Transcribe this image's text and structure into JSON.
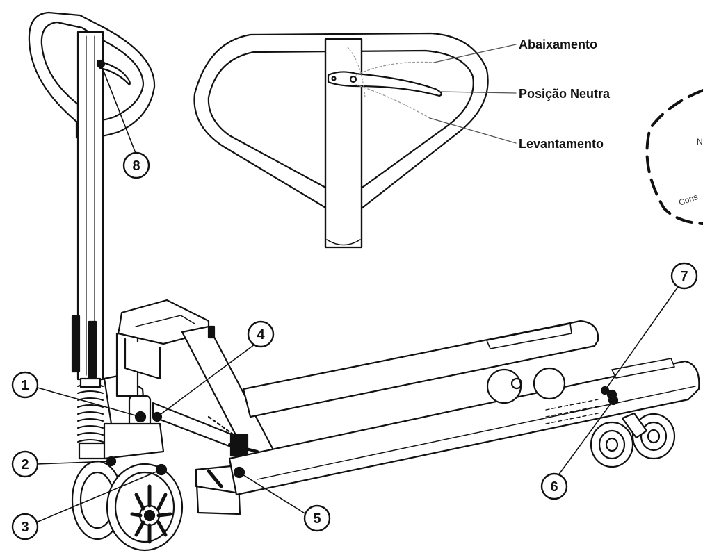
{
  "lever_positions": {
    "lowering": "Abaixamento",
    "neutral": "Posição Neutra",
    "lifting": "Levantamento"
  },
  "partial_text": {
    "top_fragment": "N",
    "side_fragment": "Cons"
  },
  "part_numbers": [
    "1",
    "2",
    "3",
    "4",
    "5",
    "6",
    "7",
    "8"
  ],
  "colors": {
    "line": "#111111",
    "leader": "#555555",
    "background": "#ffffff"
  }
}
